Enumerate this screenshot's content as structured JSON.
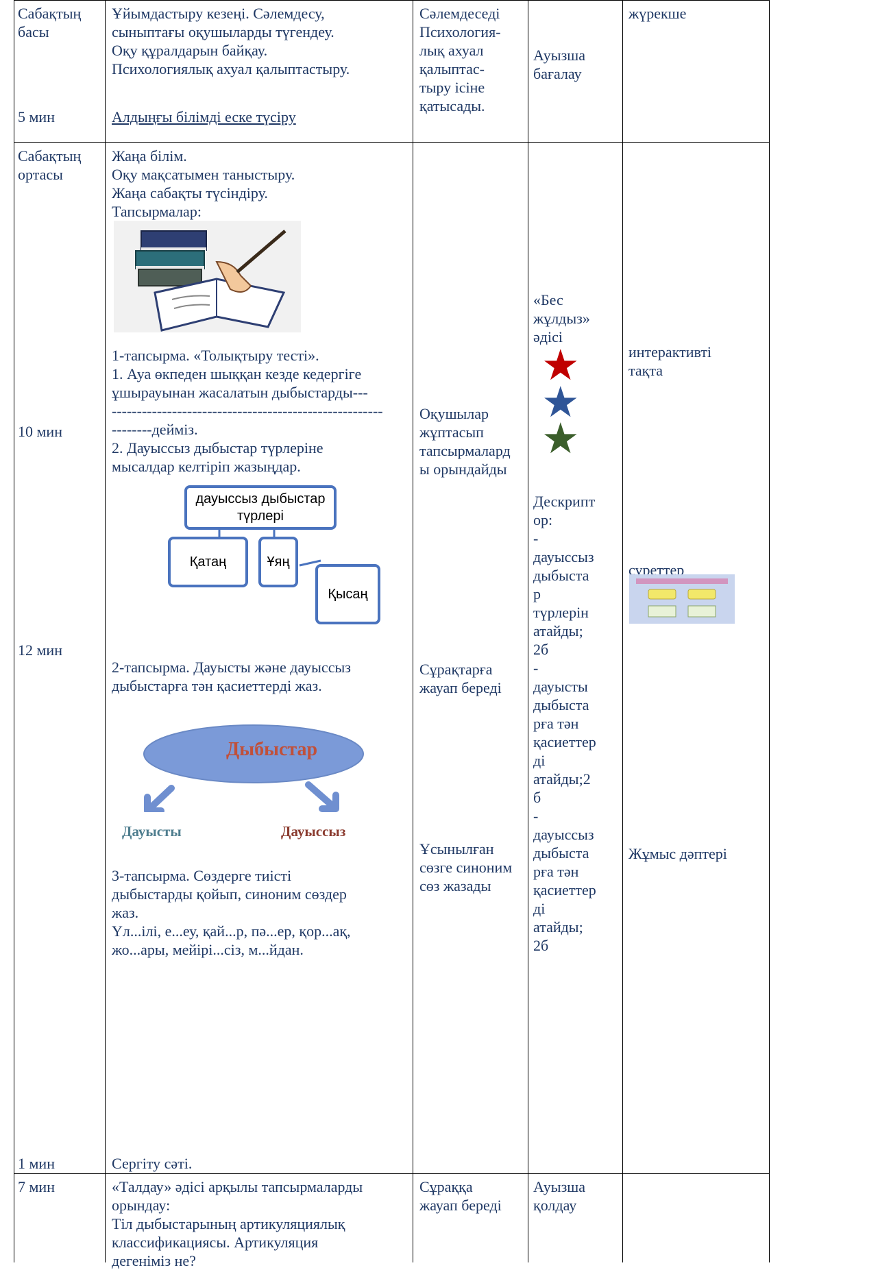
{
  "row1": {
    "stage": [
      "Сабақтың",
      "басы"
    ],
    "time": "5 мин",
    "teacher": [
      "Ұйымдастыру кезеңі. Сәлемдесу,",
      "сыныптағы оқушыларды түгендеу.",
      "Оқу құралдарын байқау.",
      "Психологиялық ахуал қалыптастыру."
    ],
    "teacher_link": "Алдыңғы білімді еске түсіру",
    "student": [
      "Сәлемдеседі",
      "Психология-",
      "лық ахуал",
      "қалыптас-",
      "тыру ісіне",
      "қатысады."
    ],
    "assessment": [
      "Ауызша",
      "бағалау"
    ],
    "resource": "жүрекше"
  },
  "row2": {
    "stage": [
      "Сабақтың",
      "ортасы"
    ],
    "times": [
      "10 мин",
      "12 мин",
      "1 мин"
    ],
    "teacher_intro": [
      "Жаңа білім.",
      "Оқу мақсатымен таныстыру.",
      "Жаңа сабақты түсіндіру.",
      "Тапсырмалар:"
    ],
    "task1_title": "1-тапсырма. «Толықтыру тесті».",
    "task1_q1": [
      "1. Ауа өкпеден шыққан кезде кедергіге",
      "ұшырауынан жасалатын дыбыстарды---",
      "------------------------------------------------------",
      "--------дейміз."
    ],
    "task1_q2": [
      "2. Дауыссыз дыбыстар түрлеріне",
      "мысалдар келтіріп жазыңдар."
    ],
    "diagram": {
      "root": [
        "дауыссыз дыбыстар",
        "түрлері"
      ],
      "hard": "Қатаң",
      "soft": "Ұяң",
      "sonorant": "Қысаң"
    },
    "task2": [
      "2-тапсырма. Дауысты және дауыссыз",
      "дыбыстарға тән қасиеттерді жаз."
    ],
    "sounds_diagram": {
      "center": "Дыбыстар",
      "left": "Дауысты",
      "right": "Дауыссыз"
    },
    "task3": [
      "3-тапсырма. Сөздерге тиісті",
      "дыбыстарды қойып, синоним сөздер",
      "жаз.",
      "Үл...ілі, е...еу, қай...р, пә...ер, қор...ақ,",
      "жо...ары, мейірі...сіз, м...йдан.",
      "Сергіту сәті."
    ],
    "student_1": [
      "Оқушылар",
      "жұптасып",
      "тапсырмалард",
      "ы орындайды"
    ],
    "student_2": [
      "Сұрақтарға",
      "жауап береді"
    ],
    "student_3": [
      "Ұсынылған",
      "сөзге синоним",
      "сөз жазады"
    ],
    "assessment_method": [
      "«Бес",
      "жұлдыз»",
      "әдісі"
    ],
    "descriptor": [
      "Дескрипт",
      "ор:",
      "-",
      "дауыссыз",
      "дыбыста",
      "р",
      "түрлерін",
      "атайды;",
      "2б",
      "-",
      "дауысты",
      "дыбыста",
      "рға тән",
      "қасиеттер",
      "ді",
      "атайды;2",
      "б",
      "-",
      "дауыссыз",
      "дыбыста",
      "рға тән",
      "қасиеттер",
      "ді",
      "атайды;",
      "2б"
    ],
    "resource_1": [
      "интерактивті",
      "тақта"
    ],
    "resource_2": "суреттер",
    "resource_3": "Жұмыс дәптері",
    "colors": {
      "star_red": "#c00000",
      "star_blue": "#2f5597",
      "star_green": "#3b5e2b",
      "box_border": "#4a73be"
    }
  },
  "row3": {
    "time": "7 мин",
    "teacher": [
      "«Талдау» әдісі арқылы тапсырмаларды",
      "орындау:",
      "Тіл дыбыстарының артикуляциялық",
      "классификациясы. Артикуляция",
      "дегеніміз не?"
    ],
    "student": [
      "Сұраққа",
      "жауап береді"
    ],
    "assessment": [
      "Ауызша",
      "қолдау"
    ]
  }
}
